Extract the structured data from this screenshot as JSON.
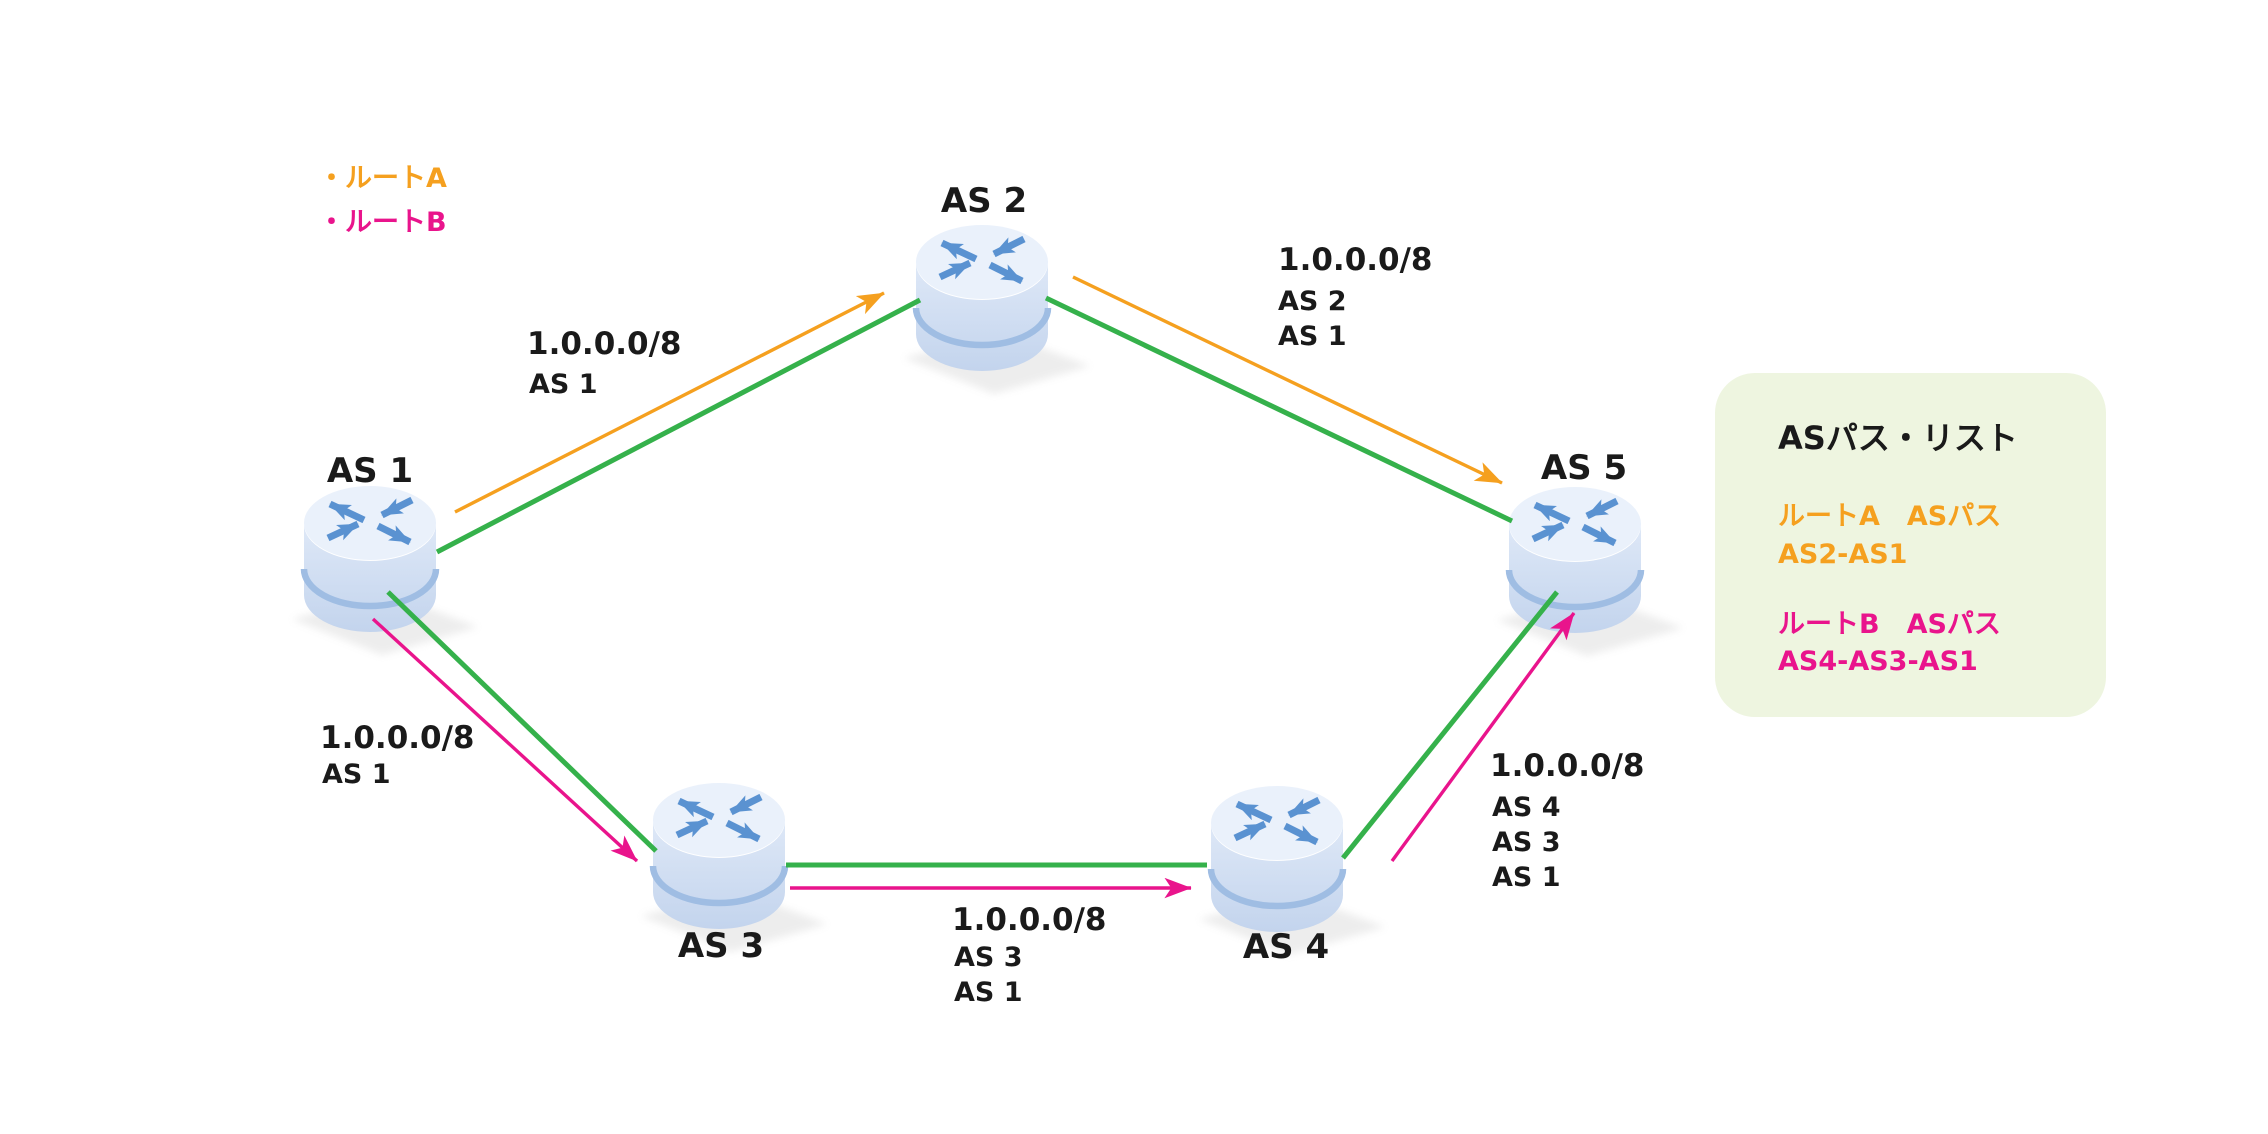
{
  "route_legend": {
    "route_a": "・ルートA",
    "route_b": "・ルートB"
  },
  "routers": {
    "as1": "AS 1",
    "as2": "AS 2",
    "as3": "AS 3",
    "as4": "AS 4",
    "as5": "AS 5"
  },
  "advertisements": {
    "as1_to_as2": {
      "prefix": "1.0.0.0/8",
      "path1": "AS 1"
    },
    "as2_to_as5": {
      "prefix": "1.0.0.0/8",
      "path1": "AS 2",
      "path2": "AS 1"
    },
    "as1_to_as3": {
      "prefix": "1.0.0.0/8",
      "path1": "AS 1"
    },
    "as3_to_as4": {
      "prefix": "1.0.0.0/8",
      "path1": "AS 3",
      "path2": "AS 1"
    },
    "as4_to_as5": {
      "prefix": "1.0.0.0/8",
      "path1": "AS 4",
      "path2": "AS 3",
      "path3": "AS 1"
    }
  },
  "as_path_panel": {
    "title": "ASパス・リスト",
    "route_a_label": "ルートA　ASパス",
    "route_a_path": "AS2-AS1",
    "route_b_label": "ルートB　ASパス",
    "route_b_path": "AS4-AS3-AS1"
  },
  "colors": {
    "route_a_orange": "#F5A01F",
    "route_b_pink": "#E9148C",
    "link_green": "#35B14B",
    "router_arrow_blue": "#5A92D1",
    "router_body_light": "#DEE8F7",
    "router_body_dark": "#C3D4ED",
    "router_top": "#EAF1FB",
    "router_band": "#9FBDE3",
    "panel_bg": "#EEF5E0",
    "text": "#1a1a1a"
  }
}
